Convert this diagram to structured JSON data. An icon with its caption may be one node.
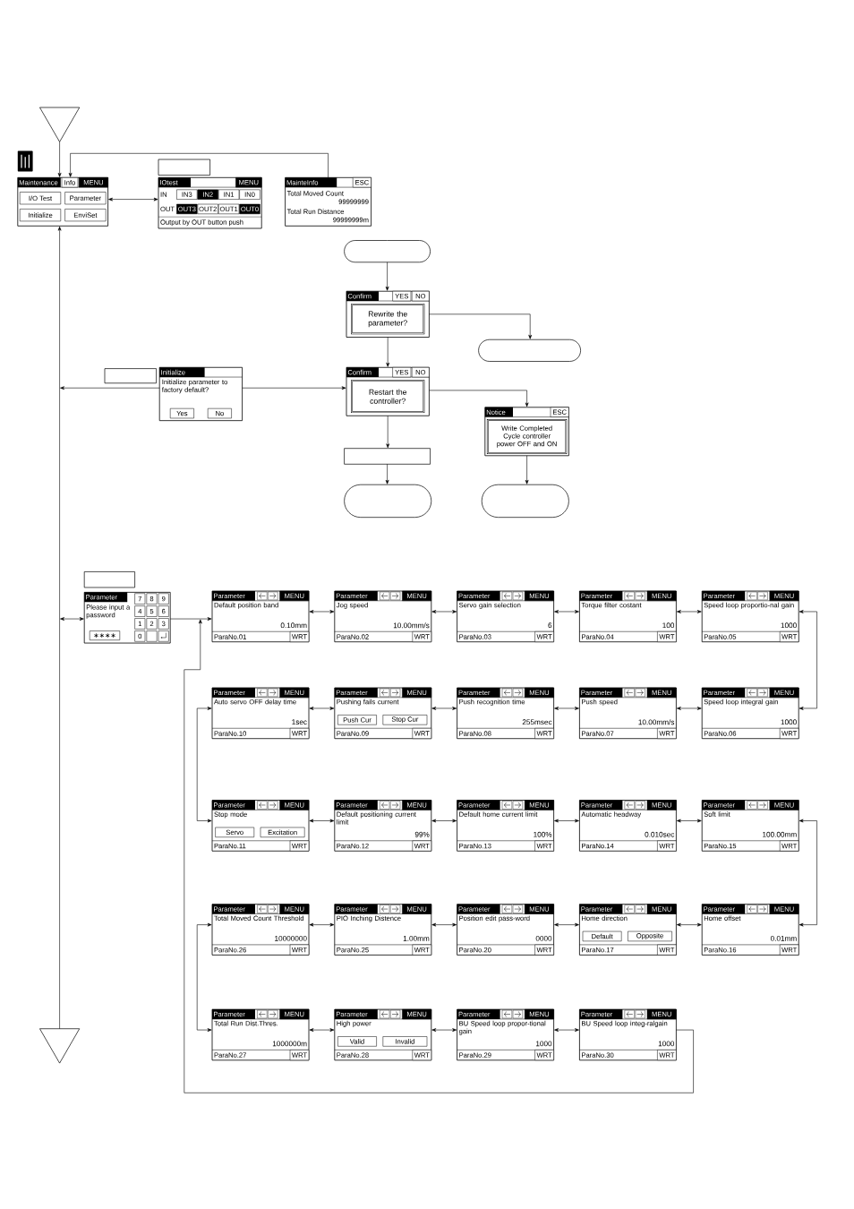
{
  "diagram": {
    "nodes": [
      {
        "text": [],
        "shape": "triangle"
      },
      {
        "text": [
          "Maintenance",
          "Info",
          "MENU",
          "I/O Test",
          "Parameter",
          "Initialize",
          "EnviSet"
        ]
      },
      {
        "text": [],
        "shape": "box"
      },
      {
        "text": [
          "IOtest",
          "MENU",
          "IN",
          "IN3",
          "IN2",
          "IN1",
          "IN0",
          "OUT",
          "OUT3",
          "OUT2",
          "OUT1",
          "OUT0",
          "Output by OUT button push"
        ]
      },
      {
        "text": [
          "MainteInfo",
          "ESC",
          "Total Moved Count",
          "99999999",
          "Total Run Distance",
          "99999999m"
        ]
      },
      {
        "text": [],
        "shape": "ellipse"
      },
      {
        "text": [
          "Confirm",
          "YES",
          "NO",
          "Rewrite the parameter?"
        ]
      },
      {
        "text": [],
        "shape": "ellipse"
      },
      {
        "text": [],
        "shape": "box"
      },
      {
        "text": [
          "Initialize",
          "Initialize parameter to factory default?",
          "Yes",
          "No"
        ]
      },
      {
        "text": [
          "Confirm",
          "YES",
          "NO",
          "Restart the controller?"
        ]
      },
      {
        "text": [
          "Notice",
          "ESC",
          "Write Completed Cycle controller power OFF and ON"
        ]
      },
      {
        "text": [],
        "shape": "box"
      },
      {
        "text": [],
        "shape": "ellipse"
      },
      {
        "text": [],
        "shape": "ellipse"
      },
      {
        "text": [],
        "shape": "box"
      },
      {
        "text": [
          "Parameter",
          "Please input a password",
          "∗∗∗∗",
          "7",
          "8",
          "9",
          "4",
          "5",
          "6",
          "1",
          "2",
          "3",
          "0"
        ]
      },
      {
        "text": [
          "Parameter",
          "MENU",
          "Default position band",
          "0.10mm",
          "ParaNo.01",
          "WRT"
        ]
      },
      {
        "text": [
          "Parameter",
          "MENU",
          "Jog speed",
          "10.00mm/s",
          "ParaNo.02",
          "WRT"
        ]
      },
      {
        "text": [
          "Parameter",
          "MENU",
          "Servo gain selection",
          "6",
          "ParaNo.03",
          "WRT"
        ]
      },
      {
        "text": [
          "Parameter",
          "MENU",
          "Torque filter costant",
          "100",
          "ParaNo.04",
          "WRT"
        ]
      },
      {
        "text": [
          "Parameter",
          "MENU",
          "Speed loop proportio-nal gain",
          "1000",
          "ParaNo.05",
          "WRT"
        ]
      },
      {
        "text": [
          "Parameter",
          "MENU",
          "Auto servo OFF delay time",
          "1sec",
          "ParaNo.10",
          "WRT"
        ]
      },
      {
        "text": [
          "Parameter",
          "MENU",
          "Pushing fails current",
          "Push Cur",
          "Stop Cur",
          "ParaNo.09",
          "WRT"
        ]
      },
      {
        "text": [
          "Parameter",
          "MENU",
          "Push recognition time",
          "255msec",
          "ParaNo.08",
          "WRT"
        ]
      },
      {
        "text": [
          "Parameter",
          "MENU",
          "Push speed",
          "10.00mm/s",
          "ParaNo.07",
          "WRT"
        ]
      },
      {
        "text": [
          "Parameter",
          "MENU",
          "Speed loop integral gain",
          "1000",
          "ParaNo.06",
          "WRT"
        ]
      },
      {
        "text": [
          "Parameter",
          "MENU",
          "Stop mode",
          "Servo",
          "Excitation",
          "ParaNo.11",
          "WRT"
        ]
      },
      {
        "text": [
          "Parameter",
          "MENU",
          "Default positioning current limit",
          "99%",
          "ParaNo.12",
          "WRT"
        ]
      },
      {
        "text": [
          "Parameter",
          "MENU",
          "Default home current limit",
          "100%",
          "ParaNo.13",
          "WRT"
        ]
      },
      {
        "text": [
          "Parameter",
          "MENU",
          "Automatic headway",
          "0.010sec",
          "ParaNo.14",
          "WRT"
        ]
      },
      {
        "text": [
          "Parameter",
          "MENU",
          "Soft limit",
          "100.00mm",
          "ParaNo.15",
          "WRT"
        ]
      },
      {
        "text": [
          "Parameter",
          "MENU",
          "Total Moved Count Threshold",
          "10000000",
          "ParaNo.26",
          "WRT"
        ]
      },
      {
        "text": [
          "Parameter",
          "MENU",
          "PIO Inching Distence",
          "1.00mm",
          "ParaNo.25",
          "WRT"
        ]
      },
      {
        "text": [
          "Parameter",
          "MENU",
          "Position edit pass-word",
          "0000",
          "ParaNo.20",
          "WRT"
        ]
      },
      {
        "text": [
          "Parameter",
          "MENU",
          "Home direction",
          "Default",
          "Opposite",
          "ParaNo.17",
          "WRT"
        ]
      },
      {
        "text": [
          "Parameter",
          "MENU",
          "Home offset",
          "0.01mm",
          "ParaNo.16",
          "WRT"
        ]
      },
      {
        "text": [
          "Parameter",
          "MENU",
          "Total Run Dist.Thres.",
          "1000000m",
          "ParaNo.27",
          "WRT"
        ]
      },
      {
        "text": [
          "Parameter",
          "MENU",
          "High power",
          "Valid",
          "Invalid",
          "ParaNo.28",
          "WRT"
        ]
      },
      {
        "text": [
          "Parameter",
          "MENU",
          "BU Speed loop propor-tional gain",
          "1000",
          "ParaNo.29",
          "WRT"
        ]
      },
      {
        "text": [
          "Parameter",
          "MENU",
          "BU Speed loop integ-ralgain",
          "1000",
          "ParaNo.30",
          "WRT"
        ]
      },
      {
        "text": [],
        "shape": "triangle"
      }
    ],
    "edges": [
      {
        "from": 0,
        "to": 1,
        "arrow": "to"
      },
      {
        "from": 4,
        "to": 1,
        "arrow": "to"
      },
      {
        "from": 1,
        "to": 3,
        "arrow": "both"
      },
      {
        "from": 41,
        "to": 1,
        "arrow": "to"
      },
      {
        "from": 9,
        "to": 1,
        "arrow": "to"
      },
      {
        "from": 1,
        "to": 16,
        "arrow": "both"
      },
      {
        "from": 9,
        "to": 10,
        "arrow": "to"
      },
      {
        "from": 5,
        "to": 6,
        "arrow": "to"
      },
      {
        "from": 6,
        "to": 7,
        "arrow": "to"
      },
      {
        "from": 6,
        "to": 10,
        "arrow": "to"
      },
      {
        "from": 10,
        "to": 12,
        "arrow": "to"
      },
      {
        "from": 12,
        "to": 13,
        "arrow": "to"
      },
      {
        "from": 10,
        "to": 11,
        "arrow": "to"
      },
      {
        "from": 11,
        "to": 14,
        "arrow": "to"
      },
      {
        "from": 16,
        "to": 17,
        "arrow": "to"
      },
      {
        "from": 40,
        "to": 17,
        "arrow": "to"
      },
      {
        "from": 17,
        "to": 18,
        "arrow": "both"
      },
      {
        "from": 18,
        "to": 19,
        "arrow": "both"
      },
      {
        "from": 19,
        "to": 20,
        "arrow": "both"
      },
      {
        "from": 20,
        "to": 21,
        "arrow": "both"
      },
      {
        "from": 21,
        "to": 26,
        "arrow": "both"
      },
      {
        "from": 22,
        "to": 23,
        "arrow": "both"
      },
      {
        "from": 23,
        "to": 24,
        "arrow": "both"
      },
      {
        "from": 24,
        "to": 25,
        "arrow": "both"
      },
      {
        "from": 25,
        "to": 26,
        "arrow": "both"
      },
      {
        "from": 22,
        "to": 27,
        "arrow": "both"
      },
      {
        "from": 27,
        "to": 28,
        "arrow": "both"
      },
      {
        "from": 28,
        "to": 29,
        "arrow": "both"
      },
      {
        "from": 29,
        "to": 30,
        "arrow": "both"
      },
      {
        "from": 30,
        "to": 31,
        "arrow": "both"
      },
      {
        "from": 31,
        "to": 36,
        "arrow": "both"
      },
      {
        "from": 32,
        "to": 33,
        "arrow": "both"
      },
      {
        "from": 33,
        "to": 34,
        "arrow": "both"
      },
      {
        "from": 34,
        "to": 35,
        "arrow": "both"
      },
      {
        "from": 35,
        "to": 36,
        "arrow": "both"
      },
      {
        "from": 32,
        "to": 37,
        "arrow": "both"
      },
      {
        "from": 37,
        "to": 38,
        "arrow": "both"
      },
      {
        "from": 38,
        "to": 39,
        "arrow": "both"
      },
      {
        "from": 39,
        "to": 40,
        "arrow": "both"
      }
    ]
  }
}
